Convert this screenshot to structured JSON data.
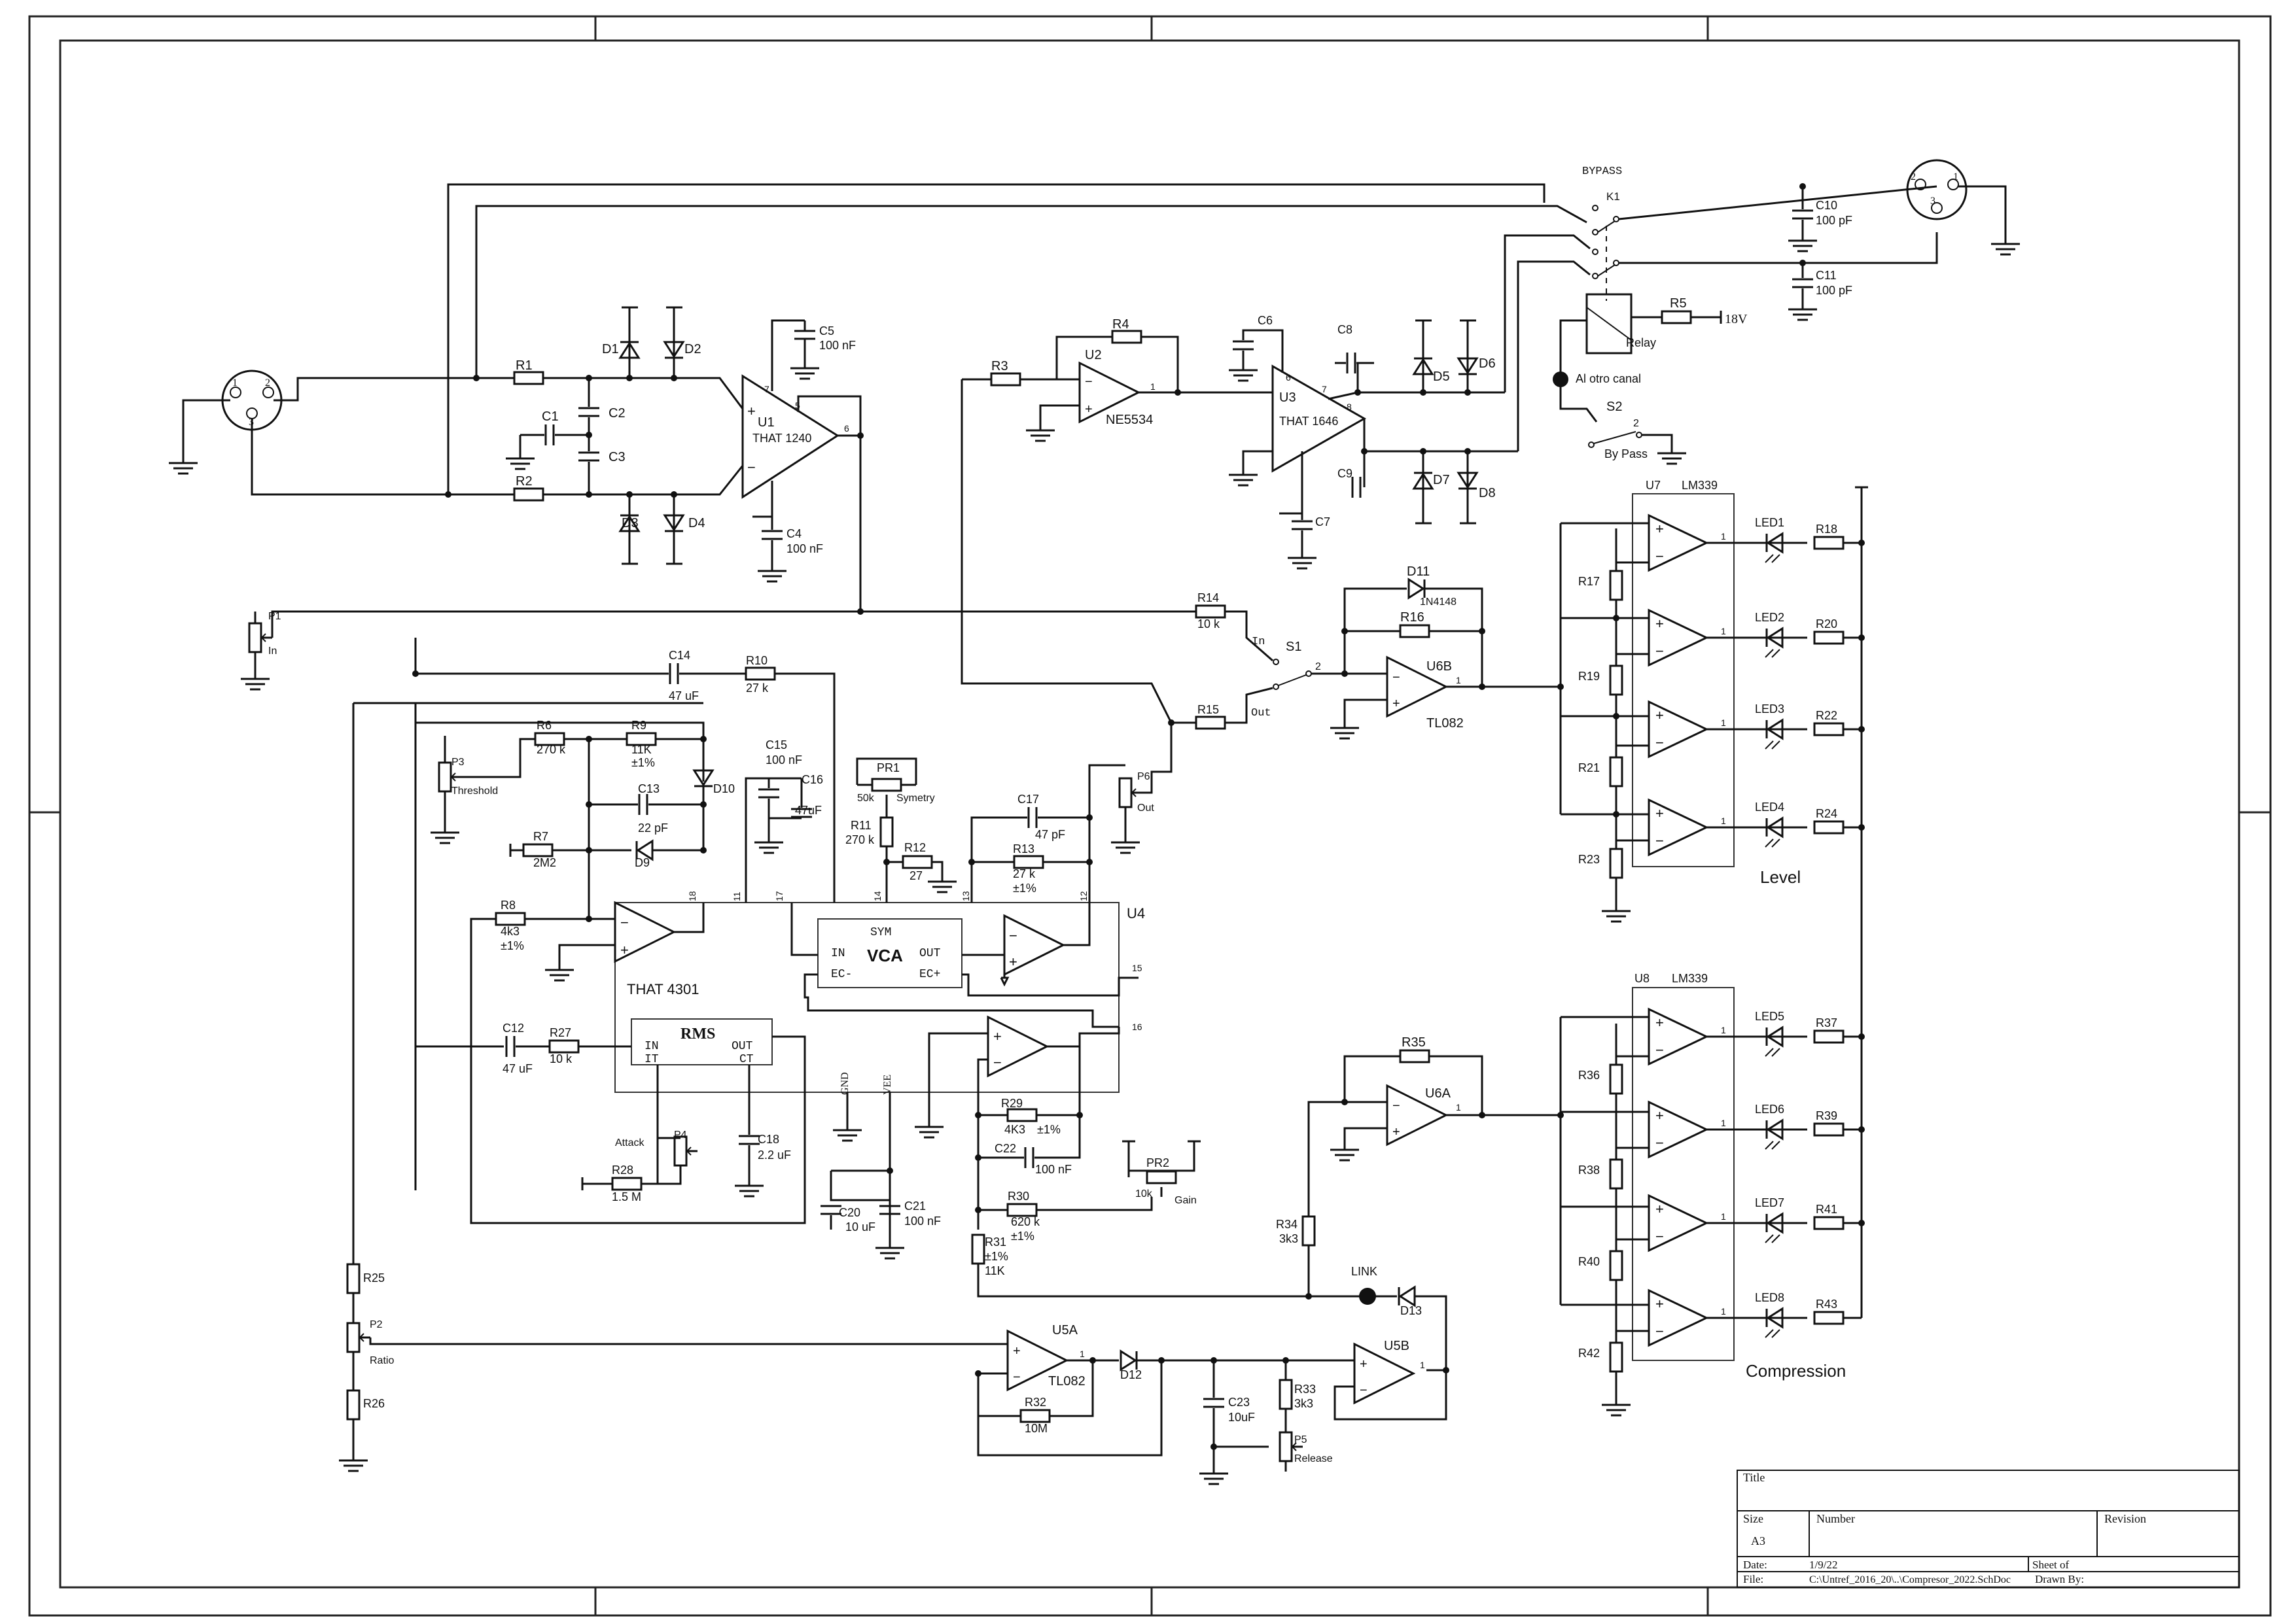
{
  "title_block": {
    "title_label": "Title",
    "size_label": "Size",
    "size_value": "A3",
    "number_label": "Number",
    "revision_label": "Revision",
    "date_label": "Date:",
    "date_value": "1/9/22",
    "sheet_label": "Sheet   of",
    "file_label": "File:",
    "file_value": "C:\\Untref_2016_20\\..\\Compresor_2022.SchDoc",
    "drawn_label": "Drawn By:"
  },
  "sections": {
    "level": "Level",
    "compression": "Compression"
  },
  "labels": {
    "bypass": "BYPASS",
    "k1": "K1",
    "relay": "Relay",
    "r5_supply": "18V",
    "al_otro_canal": "Al otro canal",
    "s2": "S2",
    "by_pass": "By Pass",
    "s1": "S1",
    "s1_in": "In",
    "s1_out": "Out",
    "link": "LINK",
    "vca": "VCA",
    "rms": "RMS",
    "that4301": "THAT 4301",
    "u4": "U4",
    "sym": "SYM",
    "in": "IN",
    "out": "OUT",
    "ec_minus": "EC-",
    "ec_plus": "EC+",
    "it": "IT",
    "ct": "CT",
    "gnd": "GND",
    "vee": "VEE"
  },
  "opamps": {
    "u1": "U1",
    "u1_part": "THAT 1240",
    "u2": "U2",
    "u2_part": "NE5534",
    "u3": "U3",
    "u3_part": "THAT 1646",
    "u6b": "U6B",
    "u6b_part": "TL082",
    "u6a": "U6A",
    "u5a": "U5A",
    "u5a_part": "TL082",
    "u5b": "U5B",
    "u7": "U7",
    "u7_part": "LM339",
    "u8": "U8",
    "u8_part": "LM339"
  },
  "components": {
    "r1": "R1",
    "r2": "R2",
    "c1": "C1",
    "c2": "C2",
    "c3": "C3",
    "d1": "D1",
    "d2": "D2",
    "d3": "D3",
    "d4": "D4",
    "c4": "C4",
    "c4_val": "100 nF",
    "c5": "C5",
    "c5_val": "100 nF",
    "r3": "R3",
    "r4": "R4",
    "c6": "C6",
    "c7": "C7",
    "c8": "C8",
    "c9": "C9",
    "d5": "D5",
    "d6": "D6",
    "d7": "D7",
    "d8": "D8",
    "c10": "C10",
    "c10_val": "100 pF",
    "c11": "C11",
    "c11_val": "100 pF",
    "r5": "R5",
    "p1": "P1",
    "p1_in": "In",
    "r14": "R14",
    "r14_val": "10 k",
    "r15": "R15",
    "d11": "D11",
    "d11_part": "1N4148",
    "r16": "R16",
    "p6": "P6",
    "p6_out": "Out",
    "c14": "C14",
    "c14_val": "47 uF",
    "r10": "R10",
    "r10_val": "27 k",
    "r6": "R6",
    "r6_val": "270 k",
    "r9": "R9",
    "r9_val": "11K",
    "r9_tol": "±1%",
    "c15": "C15",
    "c15_val": "100 nF",
    "c16": "C16",
    "c16_val": "47uF",
    "c13": "C13",
    "c13_val": "22 pF",
    "p3": "P3",
    "p3_label": "Threshold",
    "d10": "D10",
    "r7": "R7",
    "r7_val": "2M2",
    "d9": "D9",
    "r8": "R8",
    "r8_val": "4k3",
    "r8_tol": "±1%",
    "pr1": "PR1",
    "pr1_val": "50k",
    "pr1_label": "Symetry",
    "r11": "R11",
    "r11_val": "270 k",
    "r12": "R12",
    "r12_val": "27",
    "c17": "C17",
    "c17_val": "47 pF",
    "r13": "R13",
    "r13_val": "27 k",
    "r13_tol": "±1%",
    "c12": "C12",
    "c12_val": "47 uF",
    "r27": "R27",
    "r27_val": "10 k",
    "p4": "P4",
    "p4_label": "Attack",
    "r28": "R28",
    "r28_val": "1.5 M",
    "c18": "C18",
    "c18_val": "2.2 uF",
    "c20": "C20",
    "c20_val": "10 uF",
    "c21": "C21",
    "c21_val": "100 nF",
    "r29": "R29",
    "r29_val": "4K3",
    "r29_tol": "±1%",
    "c22": "C22",
    "c22_val": "100 nF",
    "r30": "R30",
    "r30_val": "620 k",
    "r30_tol": "±1%",
    "r31": "R31",
    "r31_tol": "±1%",
    "r31_val": "11K",
    "pr2": "PR2",
    "pr2_val": "10k",
    "pr2_label": "Gain",
    "r35": "R35",
    "r34": "R34",
    "r34_val": "3k3",
    "d13": "D13",
    "d12": "D12",
    "r25": "R25",
    "p2": "P2",
    "p2_label": "Ratio",
    "r26": "R26",
    "r32": "R32",
    "r32_val": "10M",
    "c23": "C23",
    "c23_val": "10uF",
    "r33": "R33",
    "r33_val": "3k3",
    "p5": "P5",
    "p5_label": "Release",
    "r17": "R17",
    "r19": "R19",
    "r21": "R21",
    "r23": "R23",
    "r18": "R18",
    "r20": "R20",
    "r22": "R22",
    "r24": "R24",
    "led1": "LED1",
    "led2": "LED2",
    "led3": "LED3",
    "led4": "LED4",
    "r36": "R36",
    "r38": "R38",
    "r40": "R40",
    "r42": "R42",
    "r37": "R37",
    "r39": "R39",
    "r41": "R41",
    "r43": "R43",
    "led5": "LED5",
    "led6": "LED6",
    "led7": "LED7",
    "led8": "LED8"
  },
  "pins": {
    "u1_7": "7",
    "u1_5": "5",
    "u1_6": "6",
    "u1_plus": "+",
    "u1_minus": "−",
    "u2_1": "1",
    "u3_6": "6",
    "u3_7": "7",
    "u3_8": "8",
    "u6b_1": "1",
    "s1_2": "2",
    "s2_2": "2",
    "u4_18": "18",
    "u4_11": "11",
    "u4_17": "17",
    "u4_14": "14",
    "u4_13": "13",
    "u4_12": "12",
    "u4_15": "15",
    "u4_16": "16",
    "u6a_1": "1",
    "u5a_1": "1",
    "u5b_1": "1",
    "comp_1": "1",
    "xlr_in_1": "1",
    "xlr_in_2": "2",
    "xlr_in_3": "3",
    "xlr_out_1": "1",
    "xlr_out_2": "2",
    "xlr_out_3": "3"
  }
}
